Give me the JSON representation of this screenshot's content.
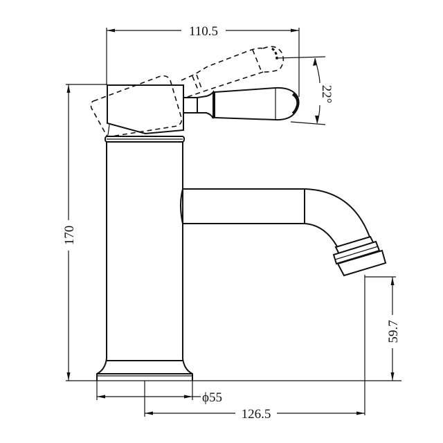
{
  "drawing": {
    "subject": "Basin mixer faucet side elevation",
    "line_color": "#111111",
    "background": "#ffffff"
  },
  "dimensions": {
    "overall_width": "110.5",
    "handle_angle": "22°",
    "overall_height": "170",
    "spout_outlet_height": "59.7",
    "base_diameter": "ϕ55",
    "spout_reach": "126.5"
  }
}
